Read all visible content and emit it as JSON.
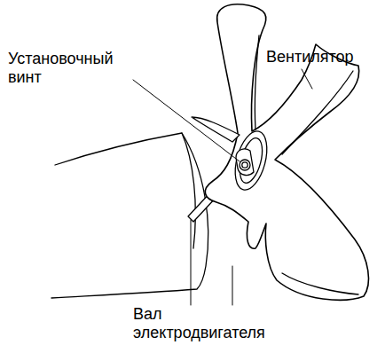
{
  "diagram": {
    "labels": [
      "Установочный винт",
      "Вентилятор",
      "Вал электродвигателя"
    ]
  }
}
